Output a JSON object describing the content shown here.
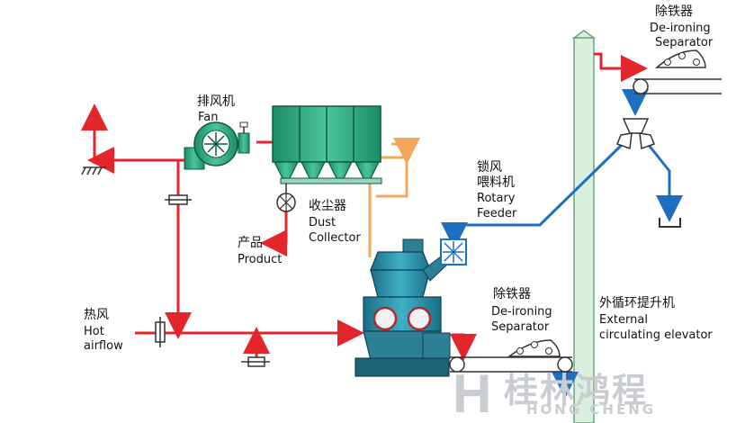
{
  "labels": {
    "deironing_top_cn": "除铁器",
    "deironing_top_en1": "De-ironing",
    "deironing_top_en2": "Separator",
    "fan_cn": "排风机",
    "fan_en": "Fan",
    "dust_cn": "收尘器",
    "dust_en1": "Dust",
    "dust_en2": "Collector",
    "product_cn": "产品",
    "product_en": "Product",
    "rotary_cn1": "锁风",
    "rotary_cn2": "喂料机",
    "rotary_en1": "Rotary",
    "rotary_en2": "Feeder",
    "deironing_mid_cn": "除铁器",
    "deironing_mid_en1": "De-ironing",
    "deironing_mid_en2": "Separator",
    "elevator_cn": "外循环提升机",
    "elevator_en1": "External",
    "elevator_en2": "circulating elevator",
    "hot_cn": "热风",
    "hot_en1": "Hot",
    "hot_en2": "airflow"
  },
  "watermark": {
    "logo_letter": "H",
    "cn": "桂林鸿程",
    "en": "HONG CHENG"
  },
  "colors": {
    "hot_air_line": "#e3262b",
    "material_line": "#1f6fc1",
    "product_line": "#f3a75a",
    "equipment": "#1fa57a",
    "elevator": "#d9efe0"
  }
}
